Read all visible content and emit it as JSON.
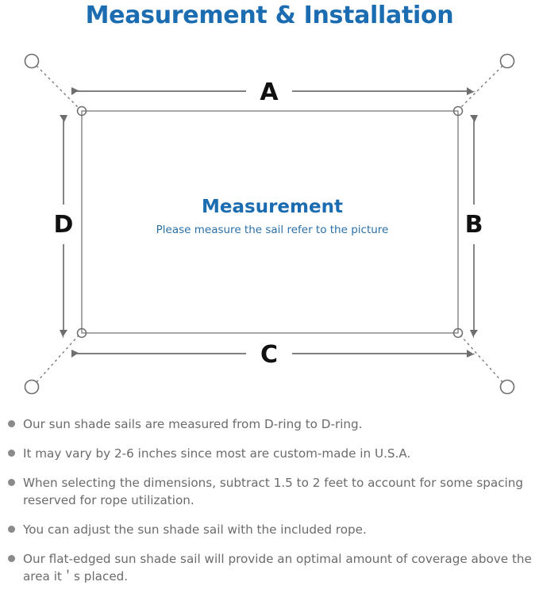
{
  "page": {
    "title": "Measurement & Installation",
    "background_color": "#ffffff",
    "title_color": "#1b6cb0"
  },
  "diagram": {
    "name": "shade-sail-measurement-diagram",
    "sail": {
      "heading": "Measurement",
      "subheading": "Please measure the sail refer to the picture",
      "heading_color": "#1b6cb0",
      "subheading_color": "#2b6fa5",
      "outline_color": "#8c8c8c"
    },
    "dimension_labels": {
      "top": "A",
      "right": "B",
      "bottom": "C",
      "left": "D"
    },
    "dimension_color": "#111111",
    "arrow_color": "#6e6e6e",
    "rope_color": "#7a7a7a",
    "anchor_color": "#6e6e6e",
    "dring_color": "#6e6e6e",
    "legend": {
      "anchor_point": "anchor-post",
      "rope": "rope-dashed-line",
      "dring": "d-ring"
    }
  },
  "notes": {
    "bullet_color": "#8a8a8a",
    "text_color": "#6b6b6b",
    "items": [
      "Our sun shade sails are measured from D-ring to D-ring.",
      "It may vary by 2-6 inches since most are custom-made in U.S.A.",
      "When selecting the dimensions, subtract 1.5 to 2 feet to account for some spacing reserved for rope utilization.",
      "You can adjust the sun shade sail with the included rope.",
      "Our flat-edged sun shade sail will provide an optimal amount of coverage above the area it＇s placed."
    ]
  }
}
